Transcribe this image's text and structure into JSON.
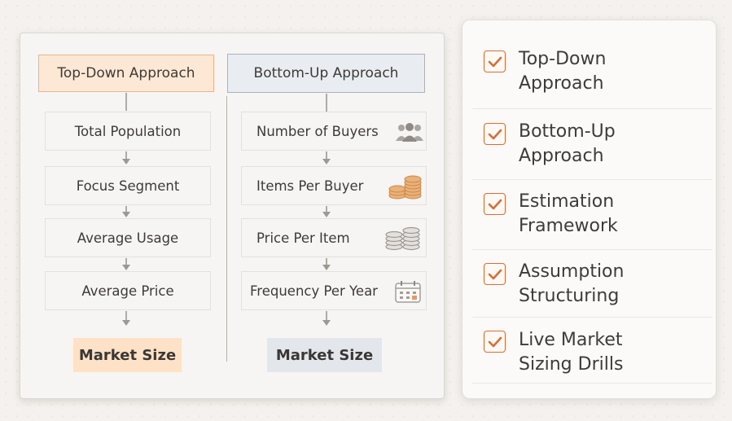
{
  "top_down": {
    "header": "Top-Down Approach",
    "steps": [
      "Total Population",
      "Focus Segment",
      "Average Usage",
      "Average Price"
    ],
    "result": "Market Size"
  },
  "bottom_up": {
    "header": "Bottom-Up Approach",
    "steps": [
      {
        "label": "Number of Buyers",
        "icon": "people-icon"
      },
      {
        "label": "Items Per Buyer",
        "icon": "coins-icon"
      },
      {
        "label": "Price Per Item",
        "icon": "coin-stacks-icon"
      },
      {
        "label": "Frequency Per Year",
        "icon": "calendar-icon"
      }
    ],
    "result": "Market Size"
  },
  "checklist": {
    "items": [
      {
        "line1": "Top-Down",
        "line2": "Approach",
        "checked": true
      },
      {
        "line1": "Bottom-Up",
        "line2": "Approach",
        "checked": true
      },
      {
        "line1": "Estimation",
        "line2": "Framework",
        "checked": true
      },
      {
        "line1": "Assumption",
        "line2": "Structuring",
        "checked": true
      },
      {
        "line1": "Live Market",
        "line2": "Sizing Drills",
        "checked": true
      }
    ]
  },
  "colors": {
    "top_down_accent": "#fde8d6",
    "bottom_up_accent": "#e9edf1",
    "check_accent": "#d46d3c"
  }
}
